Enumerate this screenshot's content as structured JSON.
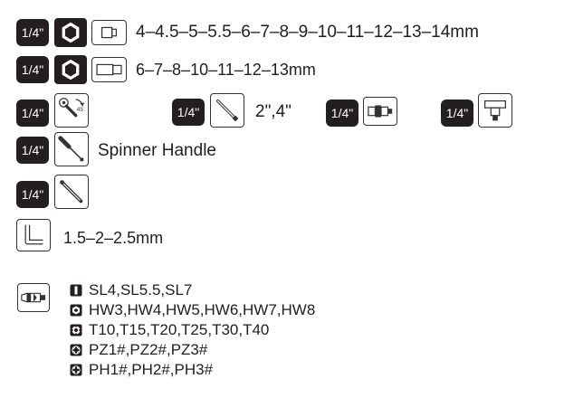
{
  "drive_badge_label": "1/4\"",
  "rows": {
    "sockets_short": {
      "label": "4–4.5–5–5.5–6–7–8–9–10–11–12–13–14mm"
    },
    "sockets_deep": {
      "label": "6–7–8–10–11–12–13mm"
    },
    "extension_bar": {
      "label": "2\",4\""
    },
    "spinner_handle": {
      "label": "Spinner Handle"
    },
    "hex_key": {
      "label": "1.5–2–2.5mm"
    }
  },
  "bits": [
    {
      "icon": "slotted-bit-icon",
      "label": "SL4,SL5.5,SL7"
    },
    {
      "icon": "hex-bit-icon",
      "label": "HW3,HW4,HW5,HW6,HW7,HW8"
    },
    {
      "icon": "torx-bit-icon",
      "label": "T10,T15,T20,T25,T30,T40"
    },
    {
      "icon": "pozidriv-bit-icon",
      "label": "PZ1#,PZ2#,PZ3#"
    },
    {
      "icon": "phillips-bit-icon",
      "label": "PH1#,PH2#,PH3#"
    }
  ],
  "colors": {
    "badge": "#231f20",
    "text": "#1f1f1f",
    "stroke": "#333333"
  }
}
